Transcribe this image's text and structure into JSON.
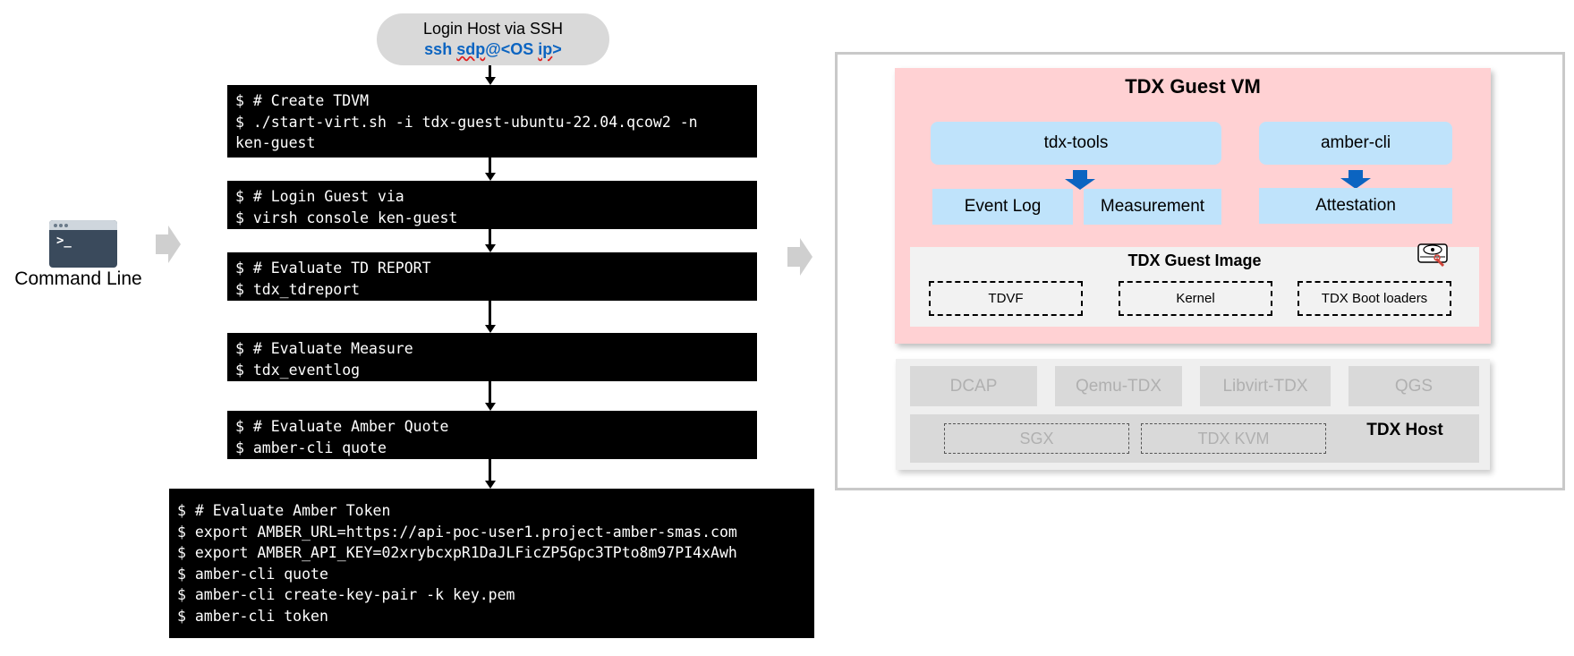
{
  "login": {
    "line1": "Login Host via SSH",
    "line2_pre": "ssh ",
    "line2_ul": "sdp",
    "line2_post": "@<OS ",
    "line2_ul2": "ip",
    "line2_end": ">"
  },
  "command_line": {
    "label": "Command Line",
    "prompt": ">_"
  },
  "terminals": {
    "create": "$ # Create TDVM\n$ ./start-virt.sh -i tdx-guest-ubuntu-22.04.qcow2 -n\nken-guest",
    "login": "$ # Login Guest via\n$ virsh console ken-guest",
    "report": "$ # Evaluate TD REPORT\n$ tdx_tdreport",
    "measure": "$ # Evaluate Measure\n$ tdx_eventlog",
    "quote": "$ # Evaluate Amber Quote\n$ amber-cli quote",
    "token": "$ # Evaluate Amber Token\n$ export AMBER_URL=https://api-poc-user1.project-amber-smas.com\n$ export AMBER_API_KEY=02xrybcxpR1DaJLFicZP5Gpc3TPto8m97PI4xAwh\n$ amber-cli quote\n$ amber-cli create-key-pair -k key.pem\n$ amber-cli token"
  },
  "guest_vm": {
    "title": "TDX Guest VM",
    "tdx_tools": "tdx-tools",
    "amber_cli": "amber-cli",
    "event_log": "Event Log",
    "measurement": "Measurement",
    "attestation": "Attestation",
    "image": {
      "title": "TDX Guest Image",
      "tdvf": "TDVF",
      "kernel": "Kernel",
      "boot_loaders": "TDX Boot loaders"
    }
  },
  "host": {
    "dcap": "DCAP",
    "qemu": "Qemu-TDX",
    "libvirt": "Libvirt-TDX",
    "qgs": "QGS",
    "sgx": "SGX",
    "kvm": "TDX KVM",
    "label": "TDX Host"
  },
  "colors": {
    "terminal_bg": "#000000",
    "guest_vm_bg": "#ffd1d3",
    "component_blue": "#bfe3fb",
    "arrow_blue": "#0b64c1",
    "ssh_link": "#0b64c1"
  }
}
